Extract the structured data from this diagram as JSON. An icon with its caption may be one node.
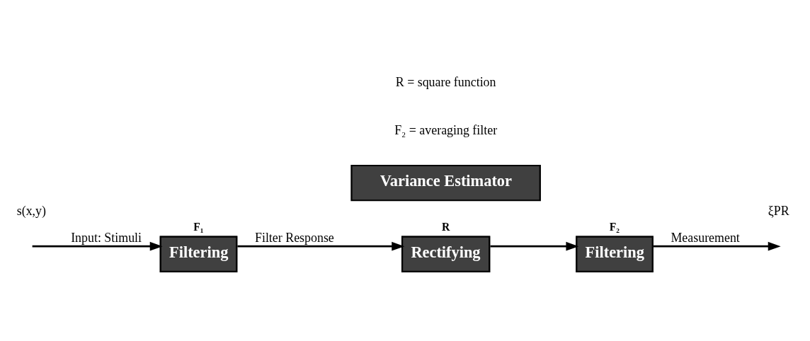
{
  "diagram": {
    "nodes": [
      {
        "text": [
          "F₁",
          "Filtering"
        ]
      },
      {
        "text": [
          "R",
          "Rectifying"
        ]
      },
      {
        "text": [
          "F₂",
          "Filtering"
        ]
      },
      {
        "text": [
          "Variance Estimator"
        ]
      }
    ],
    "edges": [
      {
        "from": null,
        "to": 0,
        "arrow": "to",
        "label": "Input: Stimuli"
      },
      {
        "from": 0,
        "to": 1,
        "arrow": "to",
        "label": "Filter Response"
      },
      {
        "from": 1,
        "to": 2,
        "arrow": "to"
      },
      {
        "from": 2,
        "to": null,
        "arrow": "to",
        "label": "Measurement"
      }
    ],
    "labels": [
      "s(x,y)",
      "ξPR",
      "F₂ = averaging filter",
      "R = square function"
    ]
  }
}
